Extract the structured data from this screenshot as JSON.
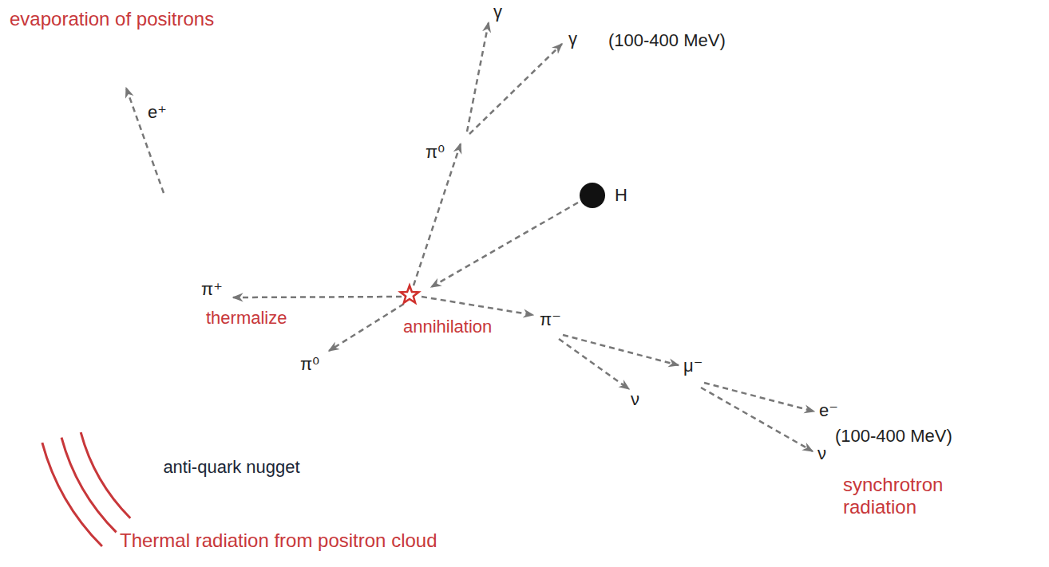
{
  "diagram": {
    "nodes": [
      {
        "text": [
          "anti-quark nugget"
        ]
      }
    ],
    "labels": [
      "evaporation of positrons",
      "e⁺",
      "γ",
      "γ",
      "(100-400 MeV)",
      "π⁰",
      "H",
      "π⁺",
      "thermalize",
      "annihilation",
      "π⁻",
      "π⁰",
      "ν",
      "μ⁻",
      "e⁻",
      "ν",
      "(100-400 MeV)",
      "synchrotron radiation",
      "Thermal radiation from positron cloud"
    ]
  }
}
